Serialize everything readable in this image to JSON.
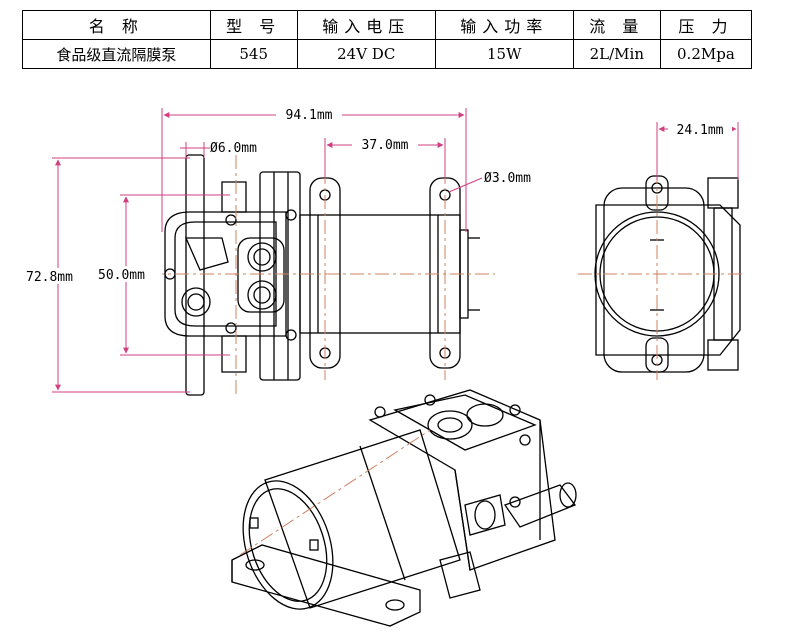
{
  "spec_table": {
    "headers": [
      "名  称",
      "型  号",
      "输入电压",
      "输入功率",
      "流  量",
      "压  力"
    ],
    "row": [
      "食品级直流隔膜泵",
      "545",
      "24V DC",
      "15W",
      "2L/Min",
      "0.2Mpa"
    ]
  },
  "dimensions": {
    "overall_length": "94.1mm",
    "outlet_diameter": "Ø6.0mm",
    "hole_spacing": "37.0mm",
    "hole_diameter": "Ø3.0mm",
    "overall_height": "72.8mm",
    "head_height": "50.0mm",
    "side_width": "24.1mm"
  },
  "colors": {
    "line": "#000000",
    "center_line": "#d08060",
    "dim_line": "#d04080"
  }
}
